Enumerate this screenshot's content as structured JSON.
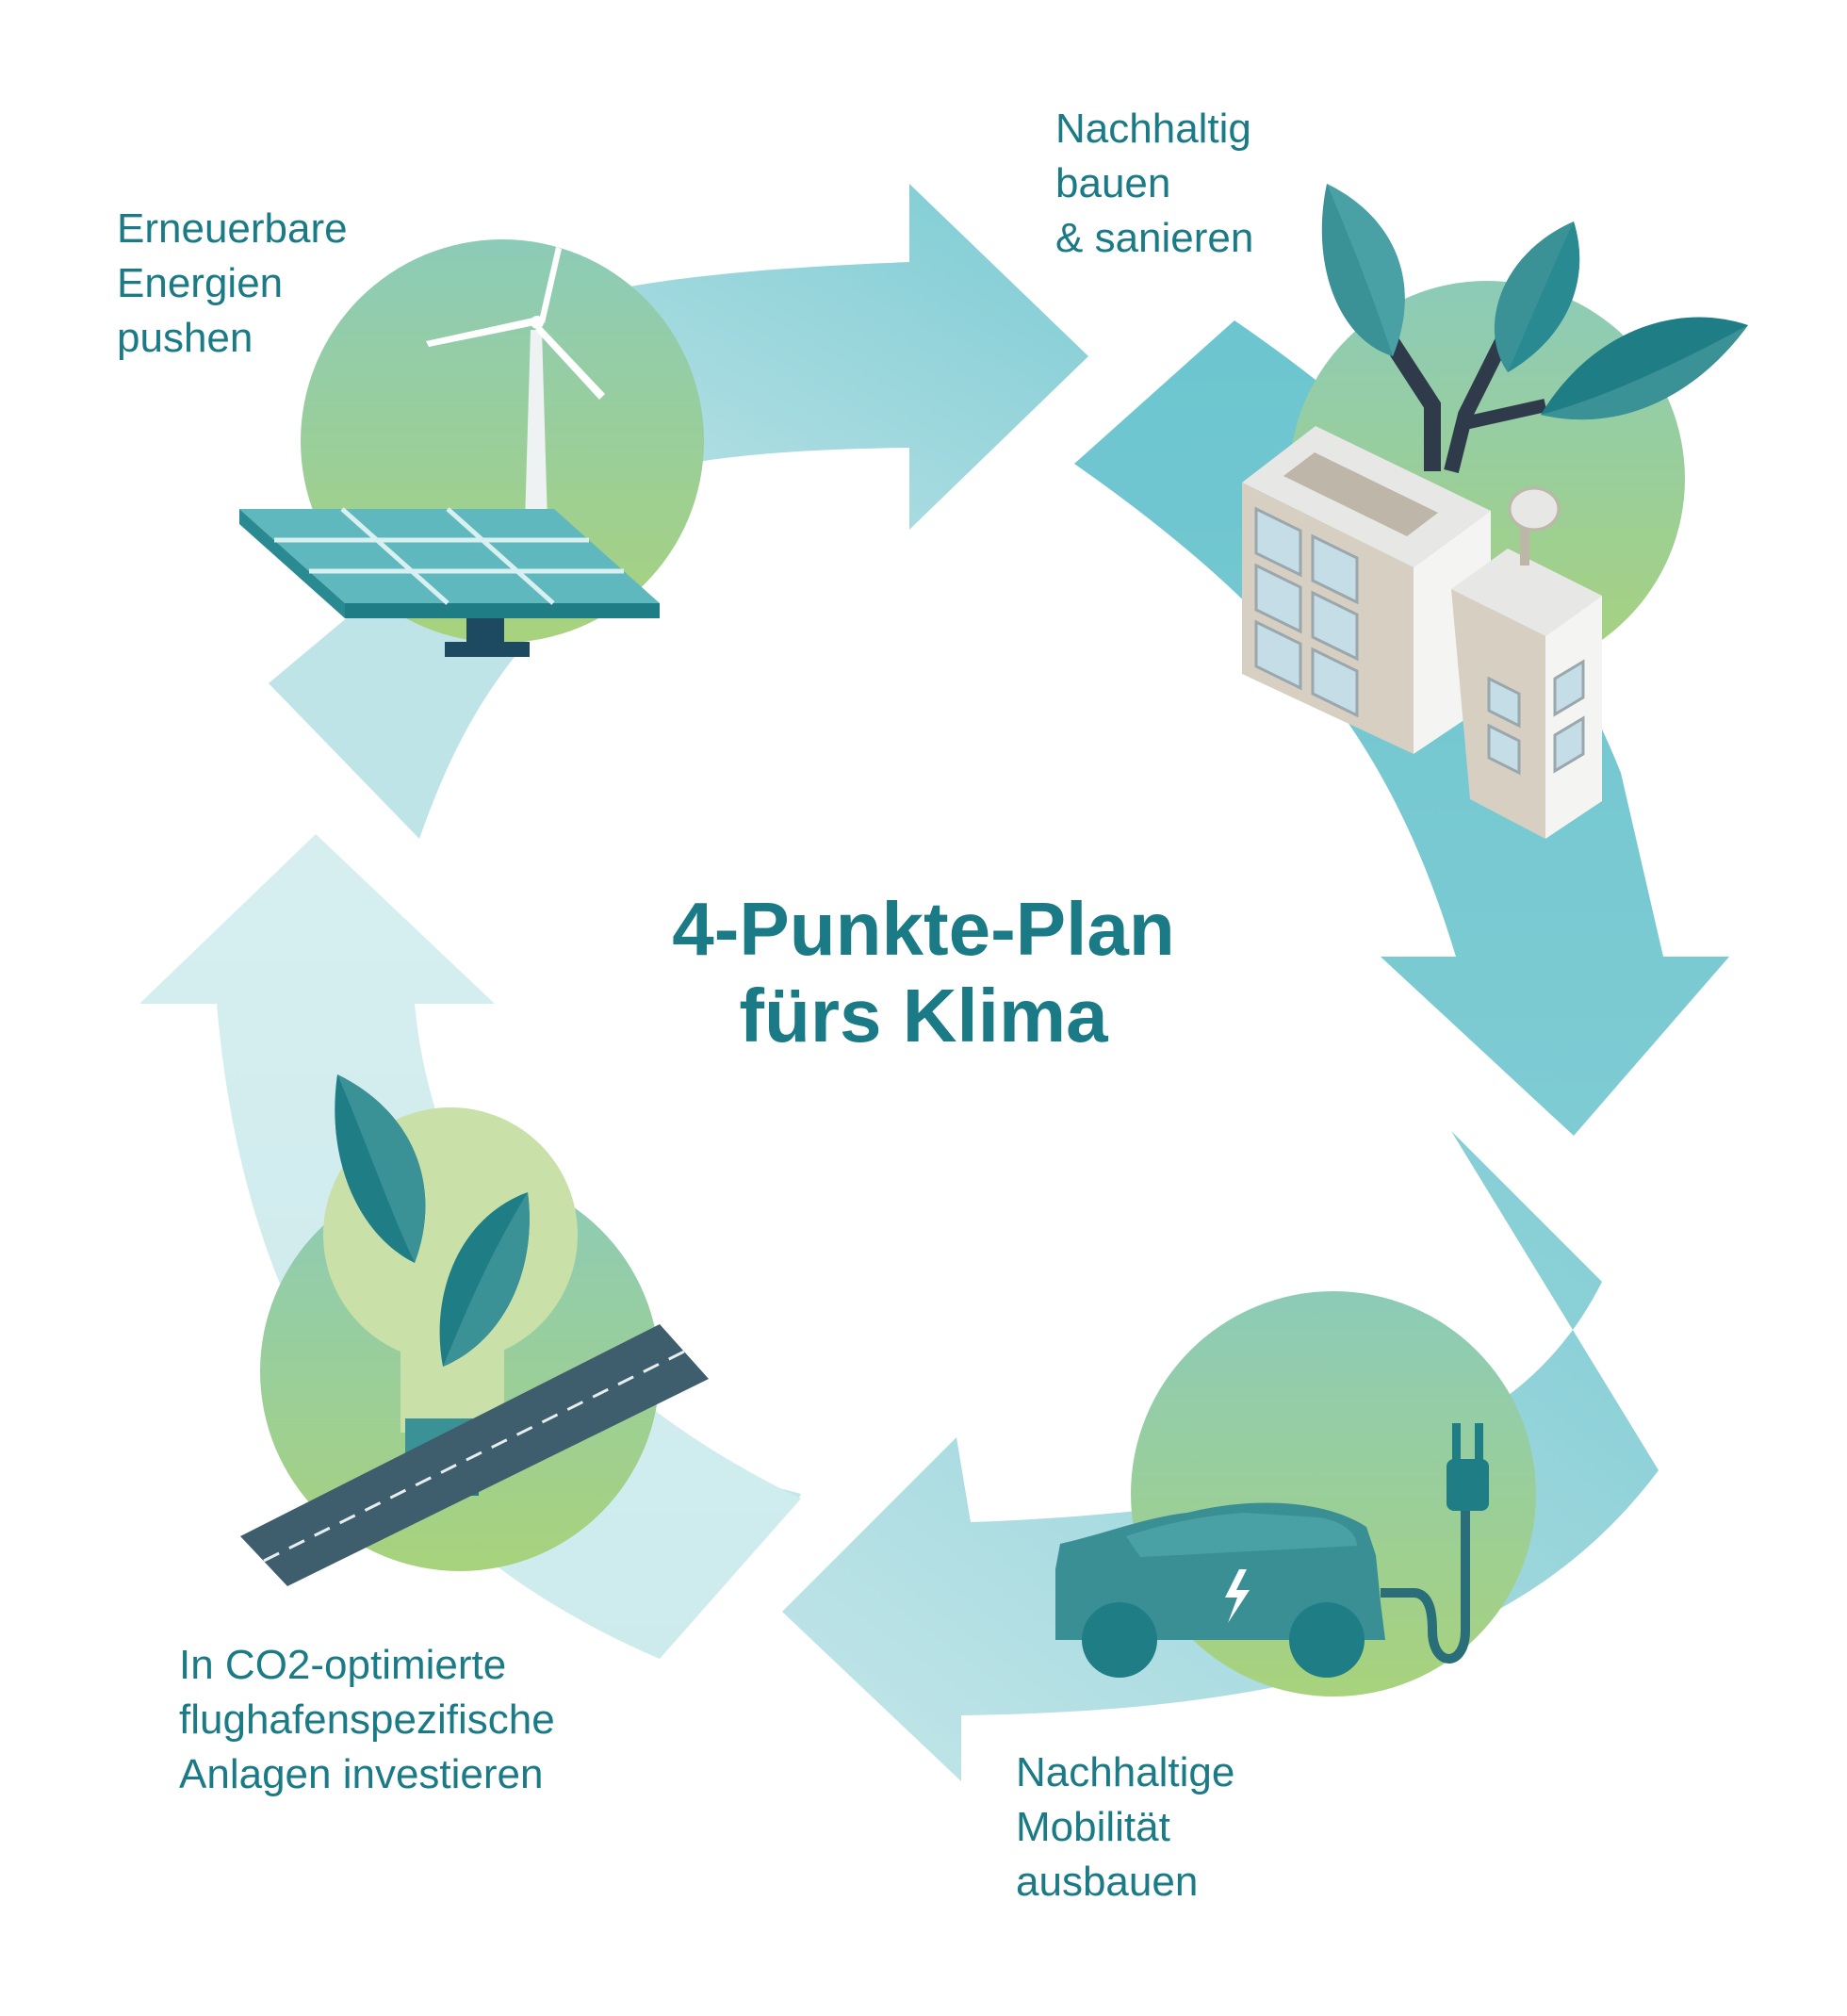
{
  "title": {
    "line1": "4-Punkte-Plan",
    "line2": "fürs Klima"
  },
  "steps": [
    {
      "id": "renewable",
      "lines": [
        "Erneuerbare",
        "Energien",
        "pushen"
      ],
      "icon": "wind-turbine-solar-panel-icon"
    },
    {
      "id": "building",
      "lines": [
        "Nachhaltig",
        "bauen",
        "& sanieren"
      ],
      "icon": "green-building-icon"
    },
    {
      "id": "mobility",
      "lines": [
        "Nachhaltige",
        "Mobilität",
        "ausbauen"
      ],
      "icon": "electric-car-icon"
    },
    {
      "id": "airport",
      "lines": [
        "In CO2-optimierte",
        "flughafenspezifische",
        "Anlagen investieren"
      ],
      "icon": "lightbulb-runway-icon"
    }
  ],
  "colors": {
    "text": "#1a7a86",
    "arrow_light": "#c4e6e9",
    "arrow_mid": "#8fd0d7",
    "arrow_dark": "#6cc5cf",
    "circle_top": "#8ccbb8",
    "circle_bottom": "#a8d27c",
    "leaf_dark": "#3a9196",
    "leaf_deep": "#1f7d86",
    "panel": "#5fb8bd",
    "road": "#3e5e6e",
    "car": "#3a8f95"
  }
}
